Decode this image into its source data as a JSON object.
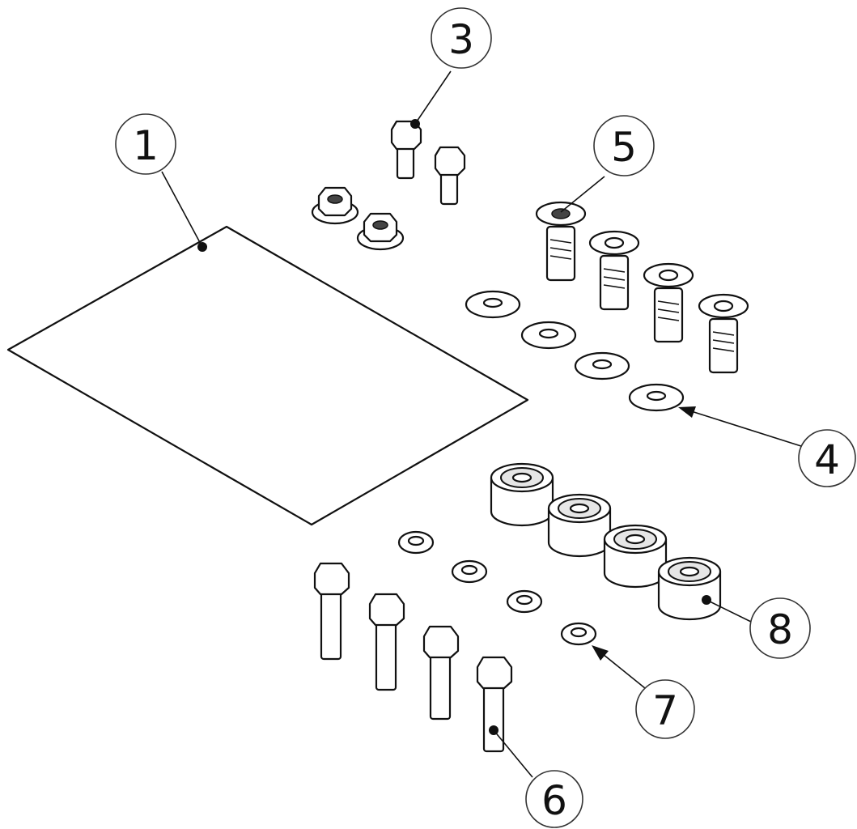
{
  "diagram": {
    "colors": {
      "line": "#111111",
      "fill": "#ffffff",
      "shade": "#e6e6e6"
    },
    "balloons": [
      {
        "id": "b1",
        "label": "1"
      },
      {
        "id": "b3",
        "label": "3"
      },
      {
        "id": "b4",
        "label": "4"
      },
      {
        "id": "b5",
        "label": "5"
      },
      {
        "id": "b6",
        "label": "6"
      },
      {
        "id": "b7",
        "label": "7"
      },
      {
        "id": "b8",
        "label": "8"
      }
    ]
  }
}
